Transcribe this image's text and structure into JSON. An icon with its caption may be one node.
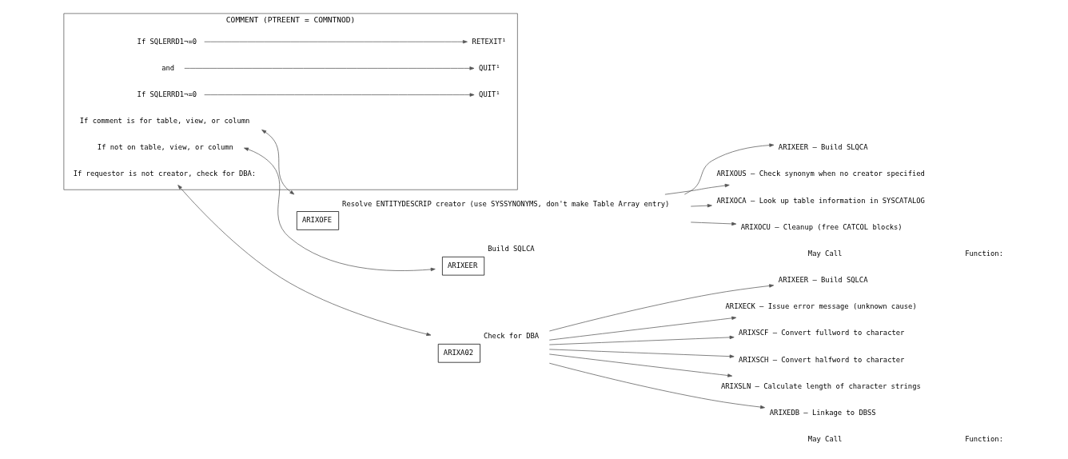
{
  "diagram": {
    "nodes": [
      {
        "text": [
          "COMMENT (PTREENT = COMNTNOD)"
        ]
      },
      {
        "text": [
          "If comment is for table, view, or column"
        ],
        "in": 0
      },
      {
        "text": [
          "If SQLERRD1¬=0"
        ],
        "in": 0
      },
      {
        "text": [
          "RETEXIT¹"
        ],
        "in": 0
      },
      {
        "text": [
          "If not on table, view, or column"
        ],
        "in": 0
      },
      {
        "text": [
          "and"
        ],
        "in": 0
      },
      {
        "text": [
          "QUIT¹"
        ],
        "in": 0
      },
      {
        "text": [
          "If requestor is not creator, check for DBA:"
        ],
        "in": 0
      },
      {
        "text": [
          "If SQLERRD1¬=0"
        ],
        "in": 0
      },
      {
        "text": [
          "QUIT¹"
        ],
        "in": 0
      },
      {
        "text": [
          "ARIXOFE"
        ],
        "beside": [
          "Resolve ENTITYDESCRIP creator (use SYSSYNONYMS, don't make Table Array entry)"
        ]
      },
      {
        "text": [
          "ARIXEER – Build SLQCA"
        ]
      },
      {
        "text": [
          "ARIXOUS – Check synonym when no creator specified"
        ]
      },
      {
        "text": [
          "ARIXOCA – Look up table information in SYSCATALOG"
        ]
      },
      {
        "text": [
          "ARIXOCU – Cleanup (free CATCOL blocks)"
        ]
      },
      {
        "text": [
          "ARIXEER"
        ],
        "beside": [
          "Build SQLCA"
        ]
      },
      {
        "text": [
          "ARIXA02"
        ],
        "beside": [
          "Check for DBA"
        ]
      },
      {
        "text": [
          "ARIXEER – Build SQLCA"
        ]
      },
      {
        "text": [
          "ARIXECK – Issue error message (unknown cause)"
        ]
      },
      {
        "text": [
          "ARIXSCF – Convert fullword to character"
        ]
      },
      {
        "text": [
          "ARIXSCH – Convert halfword to character"
        ]
      },
      {
        "text": [
          "ARIXSLN – Calculate length of character strings"
        ]
      },
      {
        "text": [
          "ARIXEDB – Linkage to DBSS"
        ]
      }
    ],
    "edges": [
      {
        "from": 1,
        "to": 10,
        "arrow": "both"
      },
      {
        "from": 2,
        "to": 3,
        "arrow": "to"
      },
      {
        "from": 4,
        "to": 15,
        "arrow": "both"
      },
      {
        "from": 5,
        "to": 6,
        "arrow": "to"
      },
      {
        "from": 7,
        "to": 16,
        "arrow": "both"
      },
      {
        "from": 8,
        "to": 9,
        "arrow": "to"
      },
      {
        "from": 10,
        "to": 11,
        "arrow": "to"
      },
      {
        "from": 10,
        "to": 12,
        "arrow": "to"
      },
      {
        "from": 10,
        "to": 13,
        "arrow": "to"
      },
      {
        "from": 10,
        "to": 14,
        "arrow": "to"
      },
      {
        "from": 16,
        "to": 17,
        "arrow": "to"
      },
      {
        "from": 16,
        "to": 18,
        "arrow": "to"
      },
      {
        "from": 16,
        "to": 19,
        "arrow": "to"
      },
      {
        "from": 16,
        "to": 20,
        "arrow": "to"
      },
      {
        "from": 16,
        "to": 21,
        "arrow": "to"
      },
      {
        "from": 16,
        "to": 22,
        "arrow": "to"
      }
    ],
    "labels": [
      "May Call",
      "Function:",
      "May Call",
      "Function:"
    ]
  }
}
